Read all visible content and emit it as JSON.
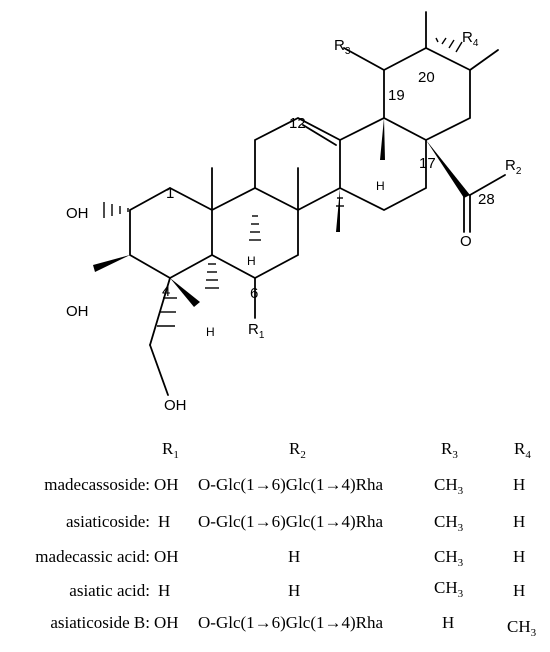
{
  "structure": {
    "substituents": {
      "r1": "R",
      "r1_sub": "1",
      "r2": "R",
      "r2_sub": "2",
      "r3": "R",
      "r3_sub": "3",
      "r4": "R",
      "r4_sub": "4"
    },
    "numbers": {
      "n1": "1",
      "n4": "4",
      "n6": "6",
      "n12": "12",
      "n17": "17",
      "n19": "19",
      "n20": "20",
      "n28": "28"
    },
    "groups": {
      "oh_c2": "OH",
      "oh_c3": "OH",
      "oh_ch2": "OH",
      "h_c5": "H",
      "h_c9": "H",
      "h_c18": "H",
      "o_carbonyl": "O"
    }
  },
  "table": {
    "headers": [
      {
        "main": "R",
        "sub": "1"
      },
      {
        "main": "R",
        "sub": "2"
      },
      {
        "main": "R",
        "sub": "3"
      },
      {
        "main": "R",
        "sub": "4"
      }
    ],
    "rows": [
      {
        "name": "madecassoside:",
        "r1": "OH",
        "r2": "O-Glc(1→6)Glc(1→4)Rha",
        "r3": "CH",
        "r3_sub": "3",
        "r4": "H",
        "r4_sub": ""
      },
      {
        "name": "asiaticoside:",
        "r1": "H",
        "r2": "O-Glc(1→6)Glc(1→4)Rha",
        "r3": "CH",
        "r3_sub": "3",
        "r4": "H",
        "r4_sub": ""
      },
      {
        "name": "madecassic acid:",
        "r1": "OH",
        "r2": "H",
        "r3": "CH",
        "r3_sub": "3",
        "r4": "H",
        "r4_sub": ""
      },
      {
        "name": "asiatic acid:",
        "r1": "H",
        "r2": "H",
        "r3": "CH",
        "r3_sub": "3",
        "r4": "H",
        "r4_sub": ""
      },
      {
        "name": "asiaticoside B:",
        "r1": "OH",
        "r2": "O-Glc(1→6)Glc(1→4)Rha",
        "r3": "H",
        "r3_sub": "",
        "r4": "CH",
        "r4_sub": "3"
      }
    ]
  }
}
